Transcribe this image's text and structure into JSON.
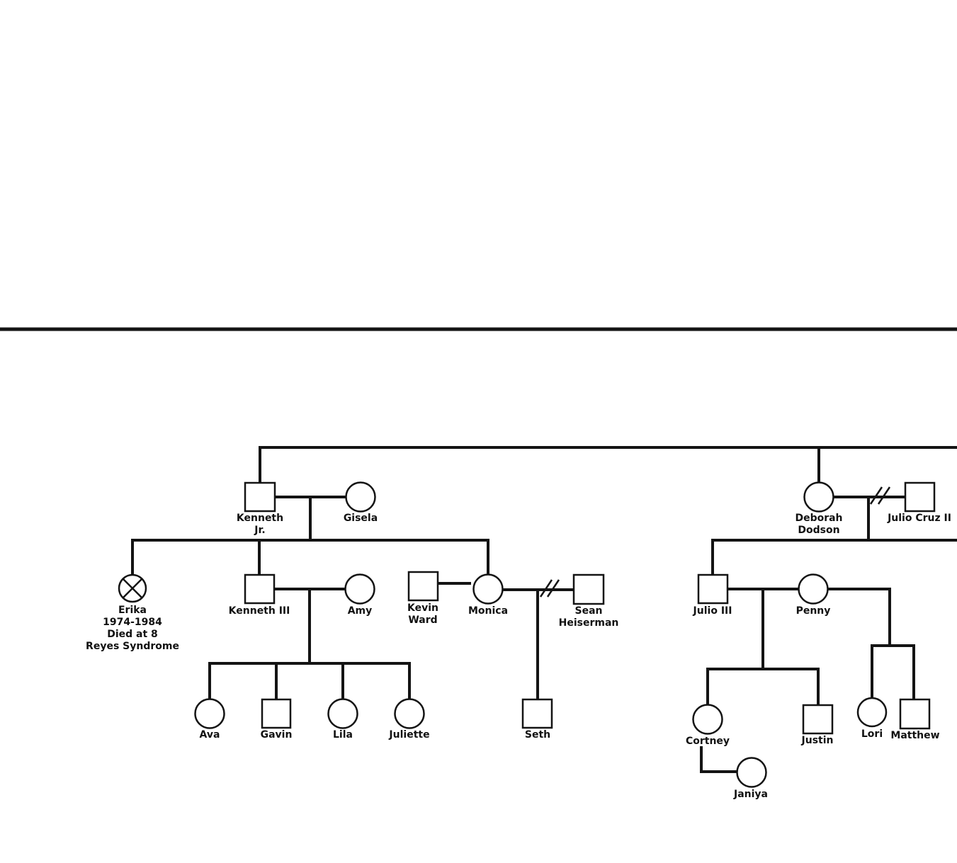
{
  "people": {
    "kenneth_jr": {
      "name_line1": "Kenneth",
      "name_line2": "Jr."
    },
    "gisela": {
      "name": "Gisela"
    },
    "deborah": {
      "name_line1": "Deborah",
      "name_line2": "Dodson"
    },
    "julio_cruz_ii": {
      "name": "Julio Cruz II"
    },
    "erika": {
      "name": "Erika",
      "dates": "1974-1984",
      "note1": "Died at 8",
      "note2": "Reyes Syndrome"
    },
    "kenneth_iii": {
      "name": "Kenneth III"
    },
    "amy": {
      "name": "Amy"
    },
    "kevin_ward": {
      "name_line1": "Kevin",
      "name_line2": "Ward"
    },
    "monica": {
      "name": "Monica"
    },
    "sean": {
      "name_line1": "Sean",
      "name_line2": "Heiserman"
    },
    "julio_iii": {
      "name": "Julio III"
    },
    "penny": {
      "name": "Penny"
    },
    "ava": {
      "name": "Ava"
    },
    "gavin": {
      "name": "Gavin"
    },
    "lila": {
      "name": "Lila"
    },
    "juliette": {
      "name": "Juliette"
    },
    "seth": {
      "name": "Seth"
    },
    "cortney": {
      "name": "Cortney"
    },
    "justin": {
      "name": "Justin"
    },
    "lori": {
      "name": "Lori"
    },
    "matthew": {
      "name": "Matthew"
    },
    "janiya": {
      "name": "Janiya"
    }
  }
}
